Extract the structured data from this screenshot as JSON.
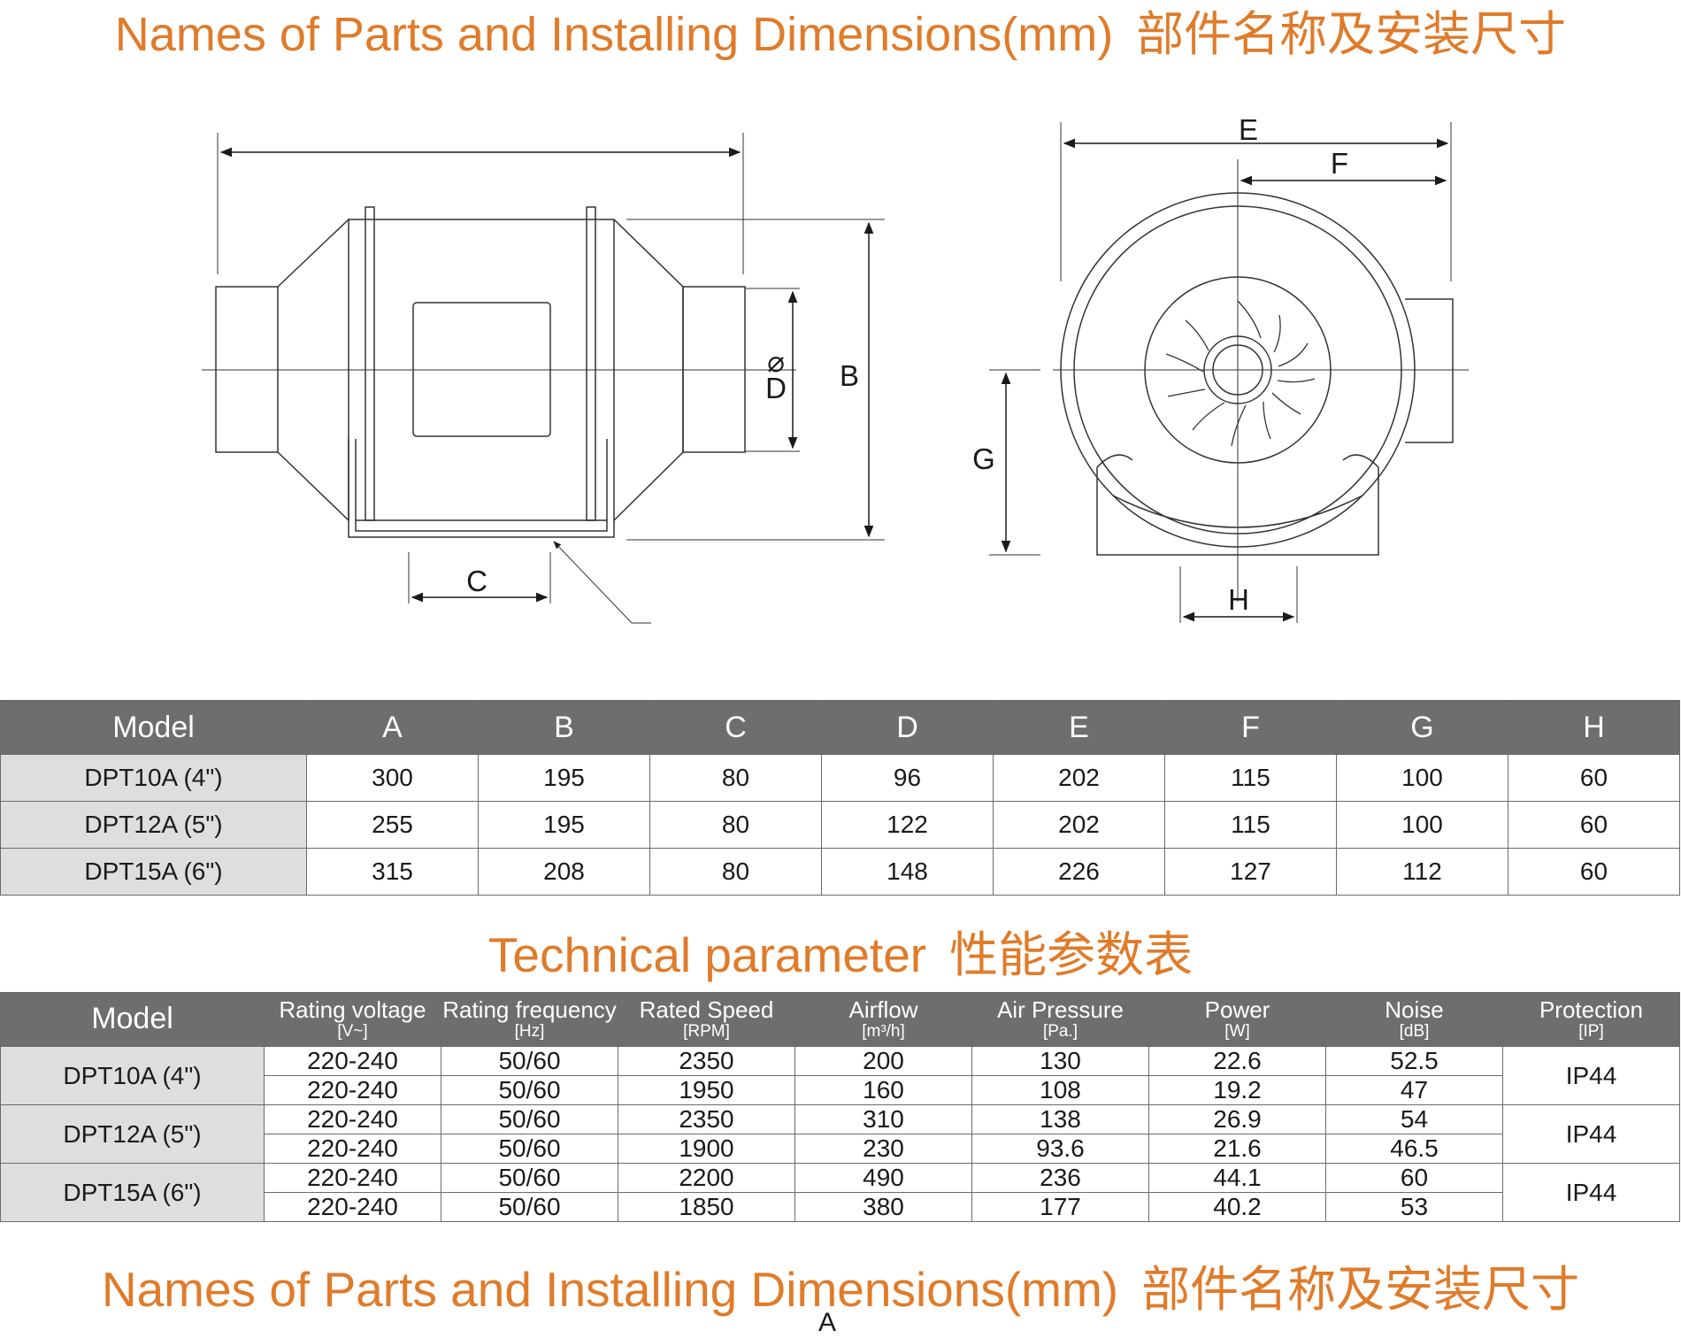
{
  "headings": {
    "top_en": "Names of Parts and Installing Dimensions(mm)",
    "top_cn": "部件名称及安装尺寸",
    "tech_en": "Technical parameter",
    "tech_cn": "性能参数表",
    "bottom_en": "Names of Parts and Installing Dimensions(mm)",
    "bottom_cn": "部件名称及安装尺寸",
    "bottom_marker": "A"
  },
  "drawing_labels": {
    "diameter_symbol": "⌀",
    "B": "B",
    "C": "C",
    "D": "D",
    "E": "E",
    "F": "F",
    "G": "G",
    "H": "H"
  },
  "dimensions_table": {
    "headers": [
      "Model",
      "A",
      "B",
      "C",
      "D",
      "E",
      "F",
      "G",
      "H"
    ],
    "rows": [
      [
        "DPT10A (4\")",
        "300",
        "195",
        "80",
        "96",
        "202",
        "115",
        "100",
        "60"
      ],
      [
        "DPT12A (5\")",
        "255",
        "195",
        "80",
        "122",
        "202",
        "115",
        "100",
        "60"
      ],
      [
        "DPT15A (6\")",
        "315",
        "208",
        "80",
        "148",
        "226",
        "127",
        "112",
        "60"
      ]
    ]
  },
  "technical_table": {
    "model_header": "Model",
    "headers": [
      {
        "title": "Rating voltage",
        "unit": "[V~]"
      },
      {
        "title": "Rating frequency",
        "unit": "[Hz]"
      },
      {
        "title": "Rated Speed",
        "unit": "[RPM]"
      },
      {
        "title": "Airflow",
        "unit": "[m³/h]"
      },
      {
        "title": "Air Pressure",
        "unit": "[Pa.]"
      },
      {
        "title": "Power",
        "unit": "[W]"
      },
      {
        "title": "Noise",
        "unit": "[dB]"
      },
      {
        "title": "Protection",
        "unit": "[IP]"
      }
    ],
    "models": [
      {
        "name": "DPT10A (4\")",
        "protection": "IP44",
        "rows": [
          [
            "220-240",
            "50/60",
            "2350",
            "200",
            "130",
            "22.6",
            "52.5"
          ],
          [
            "220-240",
            "50/60",
            "1950",
            "160",
            "108",
            "19.2",
            "47"
          ]
        ]
      },
      {
        "name": "DPT12A (5\")",
        "protection": "IP44",
        "rows": [
          [
            "220-240",
            "50/60",
            "2350",
            "310",
            "138",
            "26.9",
            "54"
          ],
          [
            "220-240",
            "50/60",
            "1900",
            "230",
            "93.6",
            "21.6",
            "46.5"
          ]
        ]
      },
      {
        "name": "DPT15A (6\")",
        "protection": "IP44",
        "rows": [
          [
            "220-240",
            "50/60",
            "2200",
            "490",
            "236",
            "44.1",
            "60"
          ],
          [
            "220-240",
            "50/60",
            "1850",
            "380",
            "177",
            "40.2",
            "53"
          ]
        ]
      }
    ]
  }
}
